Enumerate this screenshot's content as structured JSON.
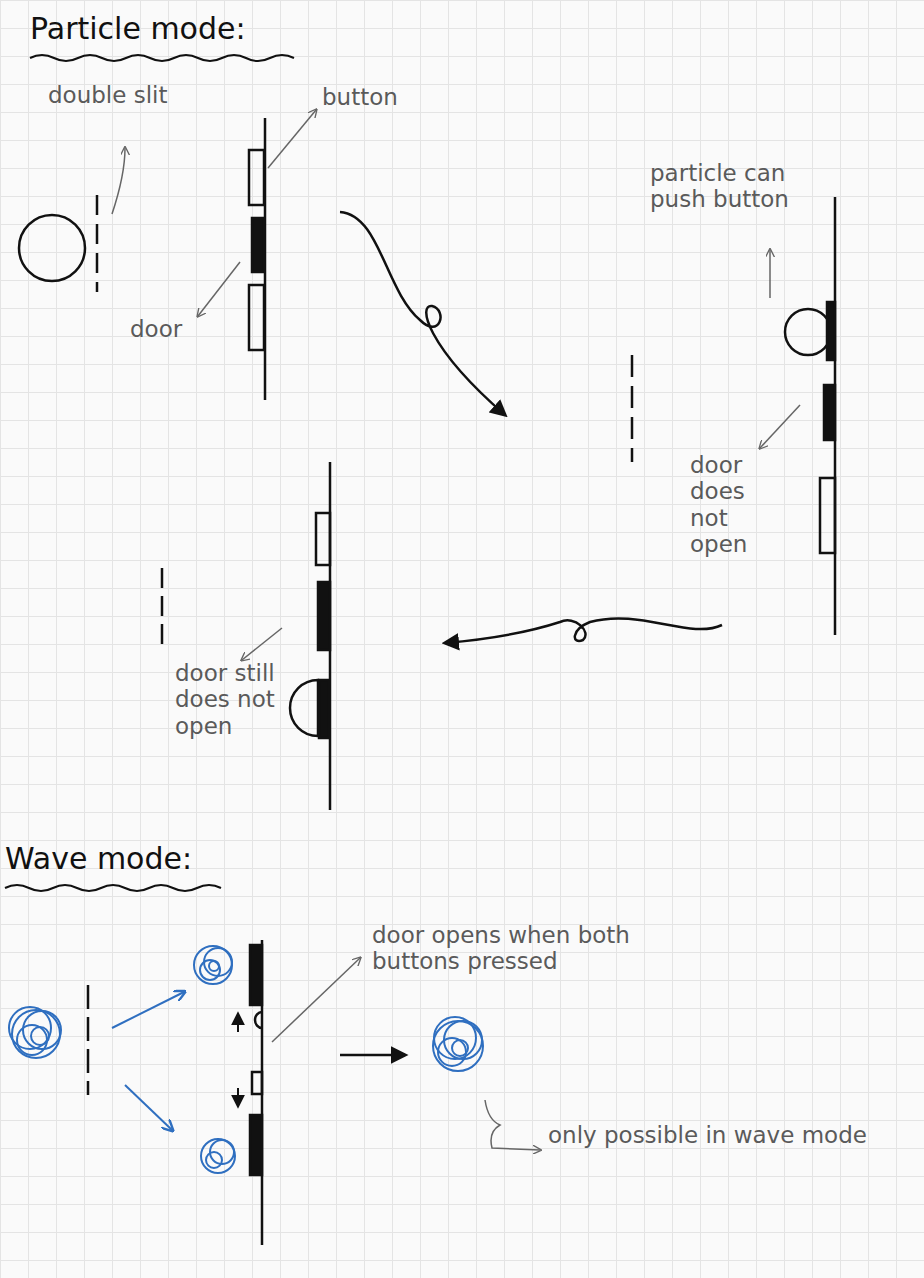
{
  "diagram": {
    "labels": [
      "Particle mode:",
      "double slit",
      "button",
      "door",
      "particle can push button",
      "door does not open",
      "door still does not open",
      "Wave mode:",
      "door opens when both buttons pressed",
      "only possible in wave mode"
    ]
  }
}
